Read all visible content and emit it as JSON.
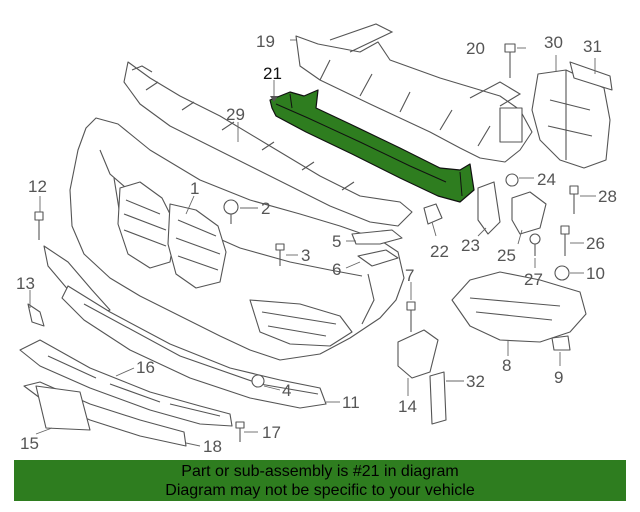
{
  "highlighted_part": "21",
  "callouts": {
    "c1": "1",
    "c2": "2",
    "c3": "3",
    "c4": "4",
    "c5": "5",
    "c6": "6",
    "c7": "7",
    "c8": "8",
    "c9": "9",
    "c10": "10",
    "c11": "11",
    "c12": "12",
    "c13": "13",
    "c14": "14",
    "c15": "15",
    "c16": "16",
    "c17": "17",
    "c18": "18",
    "c19": "19",
    "c20": "20",
    "c21": "21",
    "c22": "22",
    "c23": "23",
    "c24": "24",
    "c25": "25",
    "c26": "26",
    "c27": "27",
    "c28": "28",
    "c29": "29",
    "c30": "30",
    "c31": "31",
    "c32": "32"
  },
  "banner": {
    "line1": "Part or sub-assembly is #21 in diagram",
    "line2": "Diagram may not be specific to your vehicle"
  },
  "colors": {
    "highlight": "#2e7d1f",
    "banner_background": "#2e7d1f",
    "line_art": "#555555"
  }
}
